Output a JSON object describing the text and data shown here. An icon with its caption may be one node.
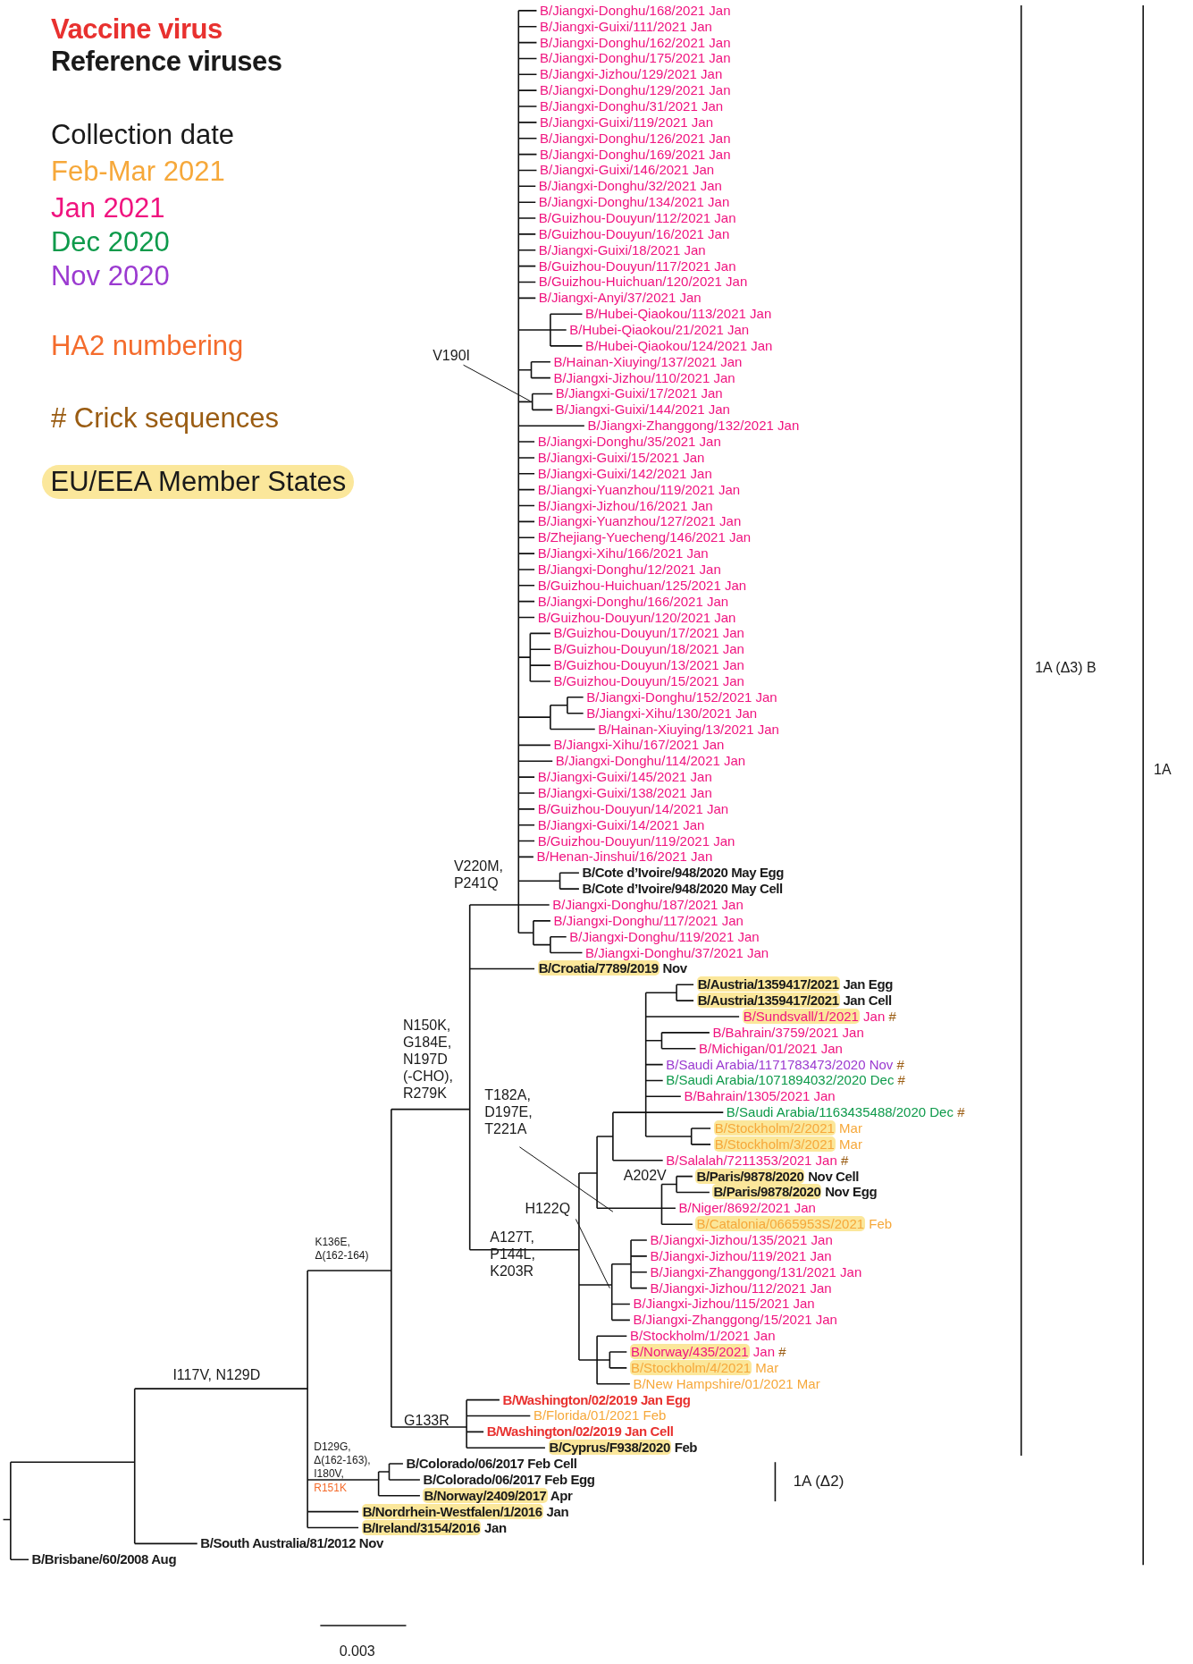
{
  "diagram": {
    "nodes": [
      {
        "text": [
          "V190I"
        ]
      },
      {
        "text": [
          "T182A, D197E, T221A"
        ]
      },
      {
        "text": [
          "H122Q"
        ]
      }
    ],
    "edges": [
      {
        "from": 0,
        "to": null,
        "arrow": "none"
      },
      {
        "from": 1,
        "to": null,
        "arrow": "none"
      },
      {
        "from": 2,
        "to": null,
        "arrow": "none"
      }
    ],
    "labels": [
      "Collection date",
      "B/Jiangxi-Donghu/168/2021 Jan",
      "B/Jiangxi-Guixi/111/2021 Jan",
      "B/Jiangxi-Donghu/162/2021 Jan",
      "B/Jiangxi-Donghu/175/2021 Jan",
      "B/Jiangxi-Jizhou/129/2021 Jan",
      "B/Jiangxi-Donghu/129/2021 Jan",
      "B/Jiangxi-Donghu/31/2021 Jan",
      "B/Jiangxi-Guixi/119/2021 Jan",
      "B/Jiangxi-Donghu/126/2021 Jan",
      "B/Jiangxi-Donghu/169/2021 Jan",
      "B/Jiangxi-Guixi/146/2021 Jan",
      "B/Jiangxi-Donghu/32/2021 Jan",
      "B/Jiangxi-Donghu/134/2021 Jan",
      "B/Guizhou-Douyun/112/2021 Jan",
      "B/Guizhou-Douyun/16/2021 Jan",
      "B/Jiangxi-Guixi/18/2021 Jan",
      "B/Guizhou-Douyun/117/2021 Jan",
      "B/Guizhou-Huichuan/120/2021 Jan",
      "B/Jiangxi-Anyi/37/2021 Jan",
      "B/Hubei-Qiaokou/113/2021 Jan",
      "B/Hubei-Qiaokou/21/2021 Jan",
      "B/Hubei-Qiaokou/124/2021 Jan",
      "B/Hainan-Xiuying/137/2021 Jan",
      "B/Jiangxi-Jizhou/110/2021 Jan",
      "B/Jiangxi-Guixi/17/2021 Jan",
      "B/Jiangxi-Guixi/144/2021 Jan",
      "B/Jiangxi-Zhanggong/132/2021 Jan",
      "B/Jiangxi-Donghu/35/2021 Jan",
      "B/Jiangxi-Guixi/15/2021 Jan",
      "B/Jiangxi-Guixi/142/2021 Jan",
      "B/Jiangxi-Yuanzhou/119/2021 Jan",
      "B/Jiangxi-Jizhou/16/2021 Jan",
      "B/Jiangxi-Yuanzhou/127/2021 Jan",
      "B/Zhejiang-Yuecheng/146/2021 Jan",
      "B/Jiangxi-Xihu/166/2021 Jan",
      "B/Jiangxi-Donghu/12/2021 Jan",
      "B/Guizhou-Huichuan/125/2021 Jan",
      "B/Jiangxi-Donghu/166/2021 Jan",
      "B/Guizhou-Douyun/120/2021 Jan",
      "B/Guizhou-Douyun/17/2021 Jan",
      "B/Guizhou-Douyun/18/2021 Jan",
      "B/Guizhou-Douyun/13/2021 Jan",
      "B/Guizhou-Douyun/15/2021 Jan",
      "B/Jiangxi-Donghu/152/2021 Jan",
      "B/Jiangxi-Xihu/130/2021 Jan",
      "B/Hainan-Xiuying/13/2021 Jan",
      "B/Jiangxi-Xihu/167/2021 Jan",
      "B/Jiangxi-Donghu/114/2021 Jan",
      "B/Jiangxi-Guixi/145/2021 Jan",
      "B/Jiangxi-Guixi/138/2021 Jan",
      "B/Guizhou-Douyun/14/2021 Jan",
      "B/Jiangxi-Guixi/14/2021 Jan",
      "B/Guizhou-Douyun/119/2021 Jan",
      "B/Henan-Jinshui/16/2021 Jan",
      "B/Cote d’Ivoire/948/2020 May Egg",
      "B/Cote d’Ivoire/948/2020 May Cell",
      "B/Jiangxi-Donghu/187/2021 Jan",
      "B/Jiangxi-Donghu/117/2021 Jan",
      "B/Jiangxi-Donghu/119/2021 Jan",
      "B/Jiangxi-Donghu/37/2021 Jan",
      "B/Croatia/7789/2019 Nov",
      "B/Austria/1359417/2021 Jan Egg",
      "B/Austria/1359417/2021 Jan Cell",
      "B/Sundsvall/1/2021 Jan #",
      "B/Bahrain/3759/2021 Jan",
      "B/Michigan/01/2021 Jan",
      "B/Saudi Arabia/1171783473/2020 Nov #",
      "B/Saudi Arabia/1071894032/2020 Dec #",
      "B/Bahrain/1305/2021 Jan",
      "B/Saudi Arabia/1163435488/2020 Dec #",
      "B/Stockholm/2/2021 Mar",
      "B/Stockholm/3/2021 Mar",
      "B/Salalah/7211353/2021 Jan #",
      "B/Paris/9878/2020 Nov Cell",
      "B/Paris/9878/2020 Nov Egg",
      "B/Niger/8692/2021 Jan",
      "B/Catalonia/0665953S/2021 Feb",
      "B/Jiangxi-Jizhou/135/2021 Jan",
      "B/Jiangxi-Jizhou/119/2021 Jan",
      "B/Jiangxi-Zhanggong/131/2021 Jan",
      "B/Jiangxi-Jizhou/112/2021 Jan",
      "B/Jiangxi-Jizhou/115/2021 Jan",
      "B/Jiangxi-Zhanggong/15/2021 Jan",
      "B/Stockholm/1/2021 Jan",
      "B/Norway/435/2021 Jan #",
      "B/Stockholm/4/2021 Mar",
      "B/New Hampshire/01/2021 Mar",
      "B/Washington/02/2019 Jan Egg",
      "B/Florida/01/2021 Feb",
      "B/Washington/02/2019 Jan Cell",
      "B/Cyprus/F938/2020 Feb",
      "B/Colorado/06/2017 Feb Cell",
      "B/Colorado/06/2017 Feb Egg",
      "B/Norway/2409/2017 Apr",
      "B/Nordrhein-Westfalen/1/2016 Jan",
      "B/Ireland/3154/2016 Jan",
      "B/South Australia/81/2012 Nov",
      "B/Brisbane/60/2008 Aug",
      "V220M, P241Q",
      "N150K, G184E, N197D (-CHO), R279K",
      "A202V",
      "A127T, P144L, K203R",
      "K136E, Δ(162-164)",
      "I117V, N129D",
      "G133R",
      "D129G, Δ(162-163), I180V,",
      "R151K",
      "1A (Δ3) B",
      "1A",
      "1A (Δ2)",
      "0.003"
    ],
    "legend": [
      {
        "text": "Vaccine virus",
        "color": "#e8312f"
      },
      {
        "text": "Reference viruses",
        "color": "#1a1a1a"
      },
      {
        "text": "Feb-Mar 2021",
        "color": "#f6a83a"
      },
      {
        "text": "Jan 2021",
        "color": "#f0137f"
      },
      {
        "text": "Dec 2020",
        "color": "#0e9a4b"
      },
      {
        "text": "Nov 2020",
        "color": "#9b3ad0"
      },
      {
        "text": "HA2 numbering",
        "color": "#f46b2c"
      },
      {
        "text": "# Crick sequences",
        "color": "#9a5c12"
      },
      {
        "text": "EU/EEA Member States",
        "color": "#fbe79b"
      }
    ]
  }
}
